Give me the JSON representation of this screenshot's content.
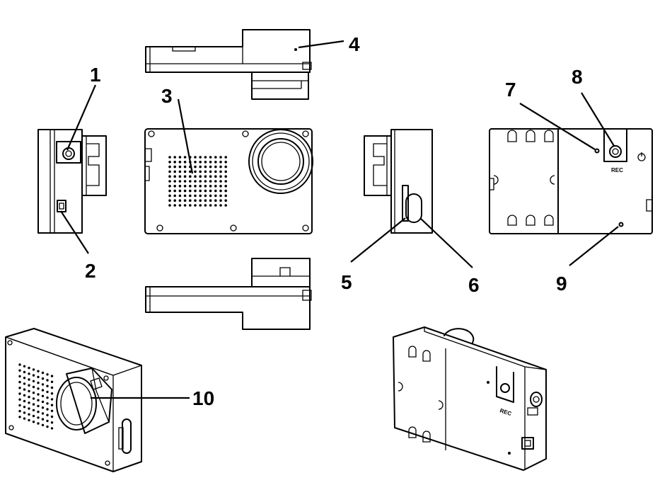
{
  "callouts": [
    {
      "id": "1",
      "text": "1"
    },
    {
      "id": "2",
      "text": "2"
    },
    {
      "id": "3",
      "text": "3"
    },
    {
      "id": "4",
      "text": "4"
    },
    {
      "id": "5",
      "text": "5"
    },
    {
      "id": "6",
      "text": "6"
    },
    {
      "id": "7",
      "text": "7"
    },
    {
      "id": "8",
      "text": "8"
    },
    {
      "id": "9",
      "text": "9"
    },
    {
      "id": "10",
      "text": "10"
    }
  ],
  "rear_label": "REC",
  "iso_rear_label": "REC",
  "colors": {
    "line": "#000000",
    "background": "#ffffff"
  },
  "grilles": {
    "front_speaker": {
      "rows": 11,
      "cols": 12
    },
    "iso_speaker": {
      "rows": 10,
      "cols": 8
    }
  }
}
